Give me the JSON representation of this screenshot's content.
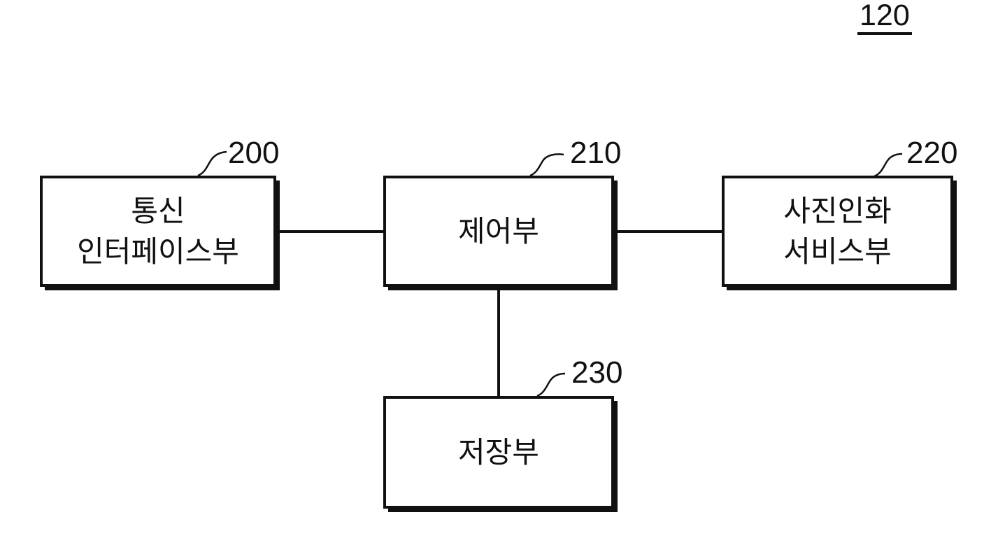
{
  "figure": {
    "figure_number": "120",
    "blocks": {
      "communication_interface": {
        "ref": "200",
        "name": "통신\n인터페이스부"
      },
      "controller": {
        "ref": "210",
        "name": "제어부"
      },
      "photo_print_service": {
        "ref": "220",
        "name": "사진인화\n서비스부"
      },
      "storage": {
        "ref": "230",
        "name": "저장부"
      }
    },
    "connections": [
      {
        "from": "communication_interface",
        "to": "controller",
        "type": "horizontal-line"
      },
      {
        "from": "controller",
        "to": "photo_print_service",
        "type": "horizontal-line"
      },
      {
        "from": "controller",
        "to": "storage",
        "type": "vertical-line"
      }
    ],
    "colors": {
      "line": "#111111",
      "background": "#ffffff",
      "text": "#111111"
    }
  }
}
